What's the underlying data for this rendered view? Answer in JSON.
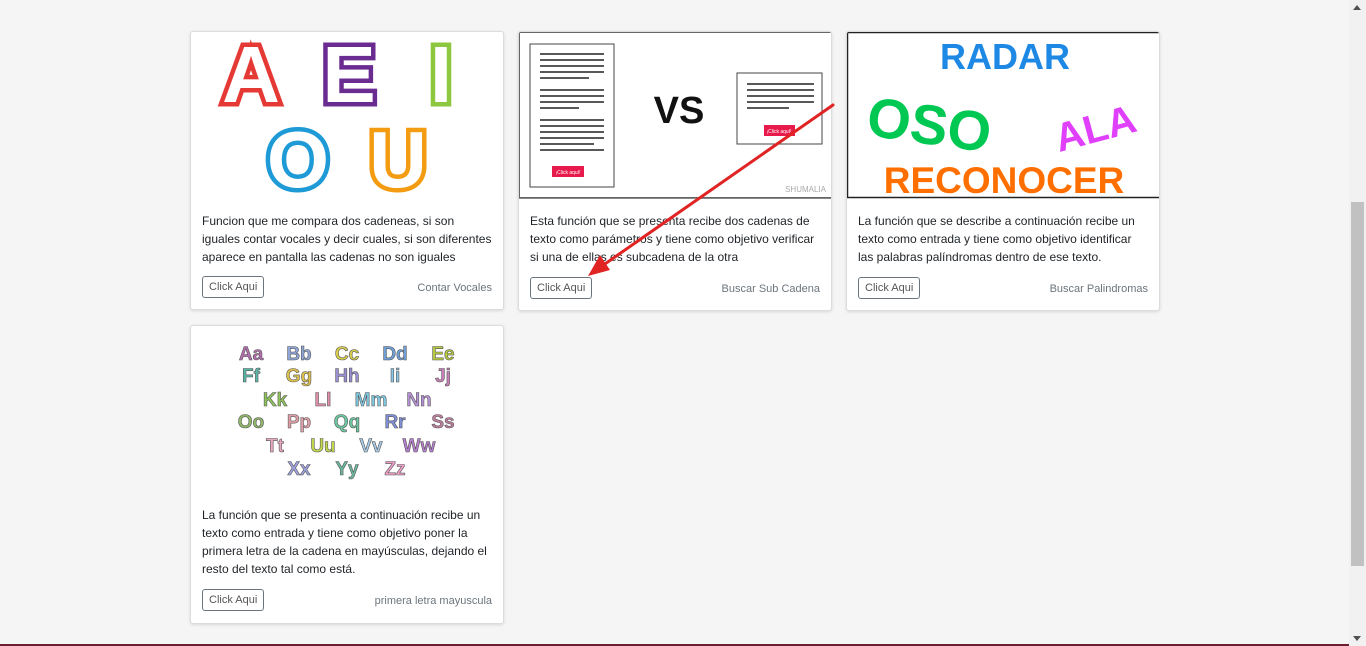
{
  "cards": [
    {
      "image_letters": [
        "A",
        "E",
        "I",
        "O",
        "U"
      ],
      "description": "Funcion que me compara dos cadeneas, si son iguales contar vocales y decir cuales, si son diferentes aparece en pantalla las cadenas no son iguales",
      "button_label": "Click Aqui",
      "meta": "Contar Vocales"
    },
    {
      "image_vs": "VS",
      "image_doc_button": "¡Click aquí!",
      "image_watermark": "SHUMALIA",
      "description": "Esta función que se presenta recibe dos cadenas de texto como parámetros y tiene como objetivo verificar si una de ellas es subcadena de la otra",
      "button_label": "Click Aqui",
      "meta": "Buscar Sub Cadena"
    },
    {
      "image_words": [
        "RADAR",
        "OSO",
        "ALA",
        "RECONOCER"
      ],
      "description": "La función que se describe a continuación recibe un texto como entrada y tiene como objetivo identificar las palabras palíndromas dentro de ese texto.",
      "button_label": "Click Aqui",
      "meta": "Buscar Palindromas"
    },
    {
      "image_alphabet": [
        "Aa",
        "Bb",
        "Cc",
        "Dd",
        "Ee",
        "Ff",
        "Gg",
        "Hh",
        "Ii",
        "Jj",
        "Kk",
        "Ll",
        "Mm",
        "Nn",
        "Oo",
        "Pp",
        "Qq",
        "Rr",
        "Ss",
        "Tt",
        "Uu",
        "Vv",
        "Ww",
        "Xx",
        "Yy",
        "Zz"
      ],
      "description": "La función que se presenta a continuación recibe un texto como entrada y tiene como objetivo poner la primera letra de la cadena en mayúsculas, dejando el resto del texto tal como está.",
      "button_label": "Click Aqui",
      "meta": "primera letra mayuscula"
    }
  ],
  "colors": {
    "vowel_a": "#e53935",
    "vowel_e": "#6a2c91",
    "vowel_i": "#8dc63f",
    "vowel_o": "#1e9ad6",
    "vowel_u": "#f39c12",
    "radar": "#1e88e5",
    "oso": "#00c853",
    "ala": "#e040fb",
    "reconocer": "#ff6f00",
    "annotation_arrow": "#e02424",
    "doc_button": "#e8194b"
  }
}
